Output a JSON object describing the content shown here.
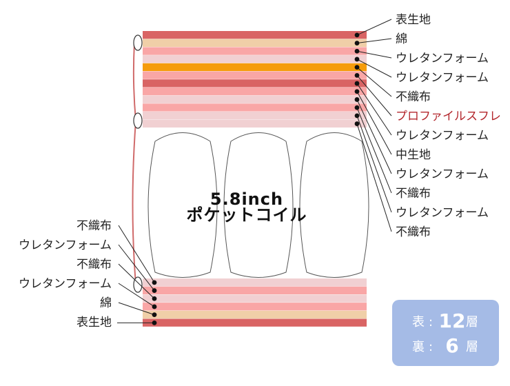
{
  "colors": {
    "dark_red": "#d96464",
    "beige": "#f0cfa8",
    "pink": "#f9a6a6",
    "light_pink": "#f1d0d2",
    "orange": "#f59c0c",
    "highlight_text": "#b3262c",
    "badge_bg": "#a5bbe6",
    "border_stitch": "#d06a6a"
  },
  "top_layers": [
    {
      "label": "表生地",
      "color": "dark_red"
    },
    {
      "label": "綿",
      "color": "beige"
    },
    {
      "label": "ウレタンフォーム",
      "color": "pink"
    },
    {
      "label": "ウレタンフォーム",
      "color": "light_pink"
    },
    {
      "label": "不織布",
      "color": "orange"
    },
    {
      "label": "プロファイルスフレ",
      "color": "pink",
      "highlight": true
    },
    {
      "label": "ウレタンフォーム",
      "color": "dark_red"
    },
    {
      "label": "中生地",
      "color": "pink"
    },
    {
      "label": "ウレタンフォーム",
      "color": "light_pink"
    },
    {
      "label": "不織布",
      "color": "pink"
    },
    {
      "label": "ウレタンフォーム",
      "color": "light_pink"
    },
    {
      "label": "不織布",
      "color": "light_pink"
    }
  ],
  "bottom_layers": [
    {
      "label": "不織布",
      "color": "light_pink"
    },
    {
      "label": "ウレタンフォーム",
      "color": "pink"
    },
    {
      "label": "不織布",
      "color": "light_pink"
    },
    {
      "label": "ウレタンフォーム",
      "color": "pink"
    },
    {
      "label": "綿",
      "color": "beige"
    },
    {
      "label": "表生地",
      "color": "dark_red"
    }
  ],
  "coil": {
    "line1": "5.8inch",
    "line2": "ポケットコイル"
  },
  "badge": {
    "front_label": "表",
    "front_sep": ":",
    "front_count": "12",
    "front_unit": "層",
    "back_label": "裏",
    "back_sep": ":",
    "back_count": "6",
    "back_unit": "層"
  }
}
